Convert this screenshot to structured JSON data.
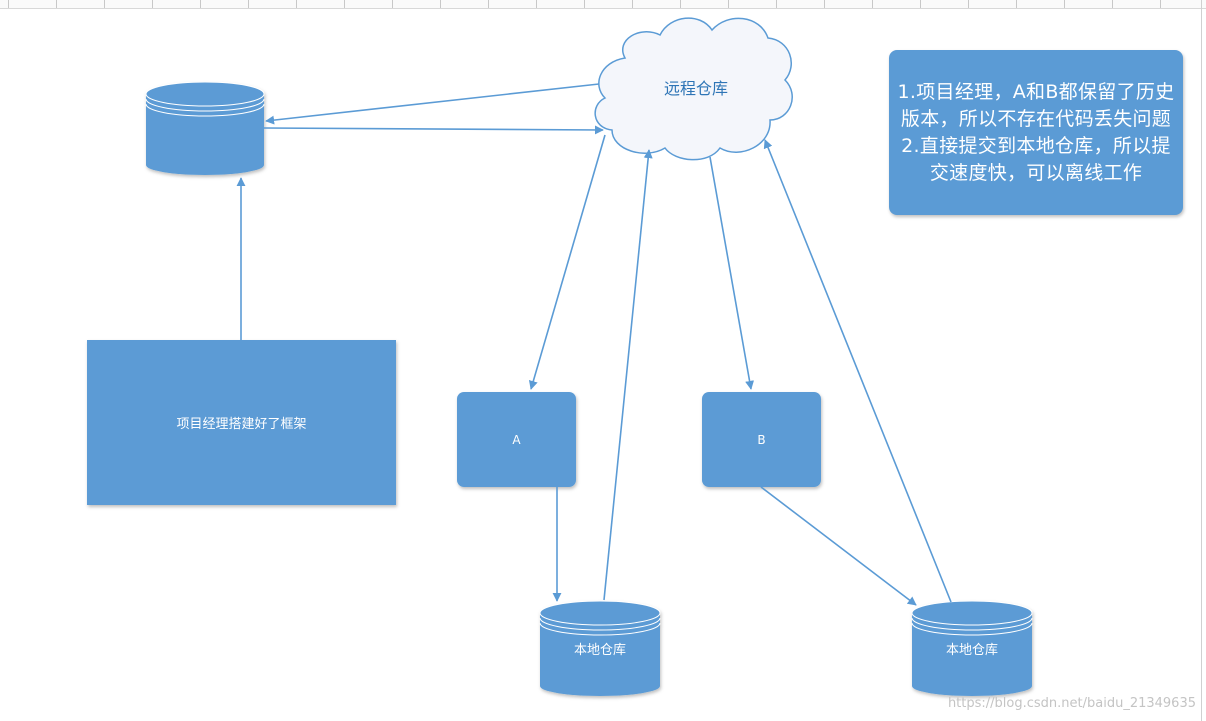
{
  "remote_repo": {
    "label": "远程仓库"
  },
  "notes": {
    "text": "1.项目经理，A和B都保留了历史版本，所以不存在代码丢失问题\n2.直接提交到本地仓库，所以提交速度快，可以离线工作"
  },
  "pm_box": {
    "label": "项目经理搭建好了框架"
  },
  "user_a": {
    "label": "A"
  },
  "user_b": {
    "label": "B"
  },
  "local_repo_a": {
    "label": "本地仓库"
  },
  "local_repo_b": {
    "label": "本地仓库"
  },
  "watermark": "https://blog.csdn.net/baidu_21349635",
  "colors": {
    "shape_fill": "#5b9bd5",
    "arrow": "#5b9bd5",
    "cloud_fill": "#f4f6fb",
    "cloud_stroke": "#5b9bd5",
    "cloud_text": "#2e75b6"
  }
}
